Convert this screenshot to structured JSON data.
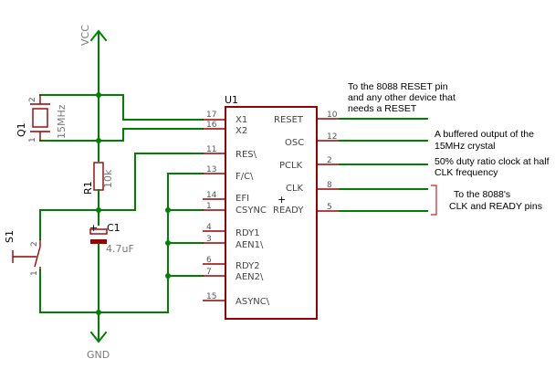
{
  "power": {
    "vcc": "VCC",
    "gnd": "GND"
  },
  "ic": {
    "ref": "U1",
    "pins_left": [
      {
        "num": "17",
        "name": "X1"
      },
      {
        "num": "16",
        "name": "X2"
      },
      {
        "num": "11",
        "name": "RES\\"
      },
      {
        "num": "13",
        "name": "F/C\\"
      },
      {
        "num": "14",
        "name": "EFI"
      },
      {
        "num": "1",
        "name": "CSYNC"
      },
      {
        "num": "4",
        "name": "RDY1"
      },
      {
        "num": "3",
        "name": "AEN1\\"
      },
      {
        "num": "6",
        "name": "RDY2"
      },
      {
        "num": "7",
        "name": "AEN2\\"
      },
      {
        "num": "15",
        "name": "ASYNC\\"
      }
    ],
    "pins_right": [
      {
        "num": "10",
        "name": "RESET"
      },
      {
        "num": "12",
        "name": "OSC"
      },
      {
        "num": "2",
        "name": "PCLK"
      },
      {
        "num": "8",
        "name": "CLK"
      },
      {
        "num": "5",
        "name": "READY"
      }
    ]
  },
  "components": {
    "q1": {
      "ref": "Q1",
      "value": "15MHz",
      "pin1": "1",
      "pin2": "2"
    },
    "r1": {
      "ref": "R1",
      "value": "10k"
    },
    "c1": {
      "ref": "C1",
      "value": "4.7uF",
      "plus": "+"
    },
    "s1": {
      "ref": "S1",
      "pin1": "1",
      "pin2": "2"
    }
  },
  "annotations": {
    "reset": [
      "To the 8088 RESET pin",
      "and any other device that",
      "needs a RESET"
    ],
    "osc": [
      "A buffered output of the",
      "15MHz crystal"
    ],
    "pclk": [
      "50% duty ratio clock at half",
      "CLK frequency"
    ],
    "clkready": [
      "To the 8088's",
      "CLK and READY pins"
    ]
  }
}
